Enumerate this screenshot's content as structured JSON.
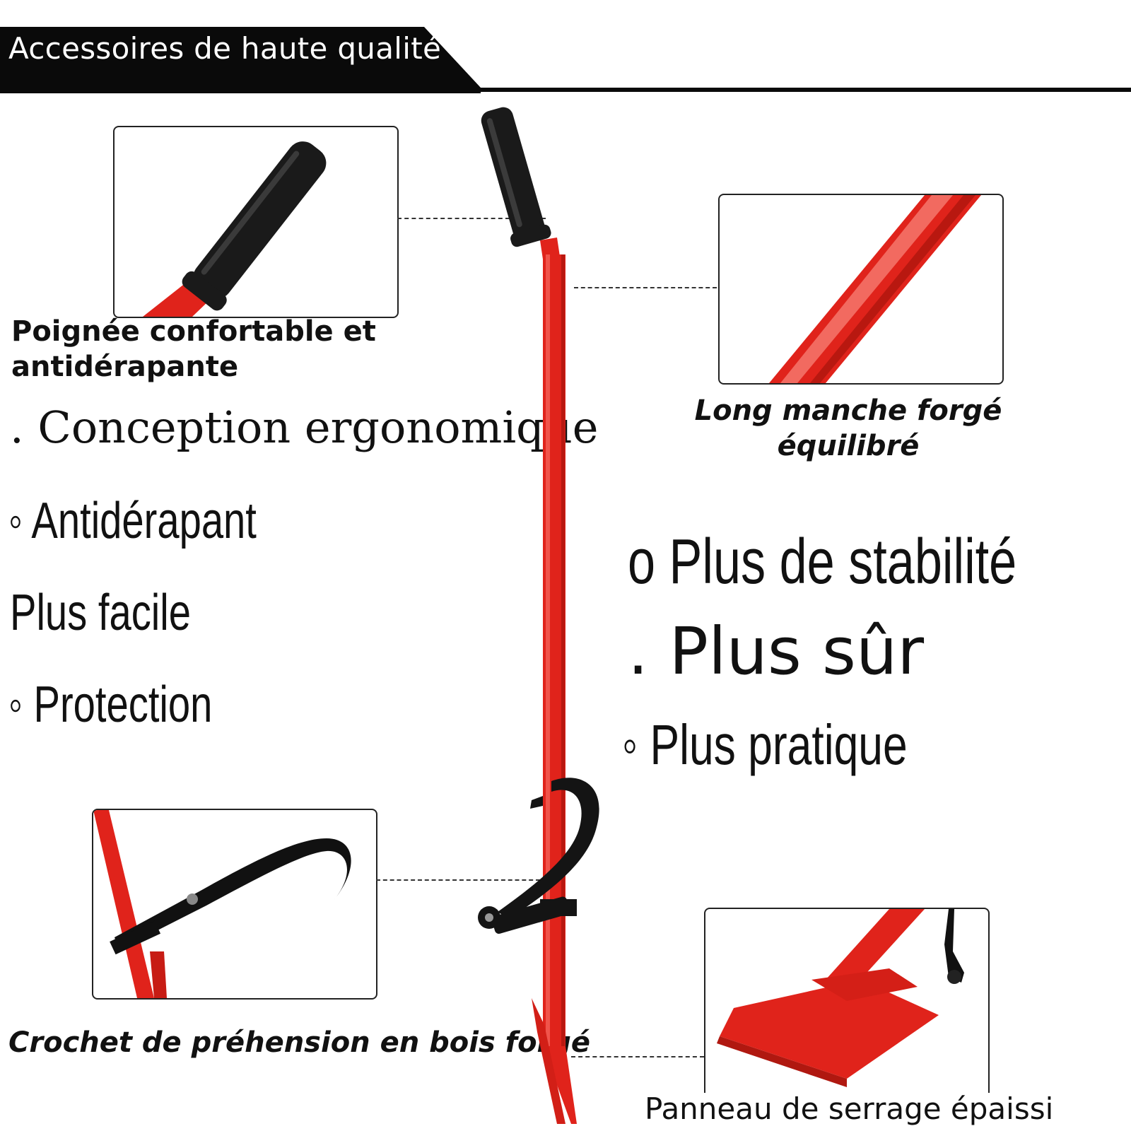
{
  "header": {
    "title": "Accessoires de haute qualité"
  },
  "details": {
    "grip": {
      "label": "Poignée confortable et antidérapante"
    },
    "handle": {
      "label": "Long manche forgé équilibré"
    },
    "hook": {
      "label": "Crochet de préhension en bois forgé"
    },
    "plate": {
      "label": "Panneau de serrage épaissi"
    }
  },
  "features": {
    "left": [
      ". Conception ergonomique",
      "◦ Antidérapant",
      "Plus facile",
      "◦ Protection"
    ],
    "right": [
      "o Plus de stabilité",
      ". Plus sûr",
      "◦  Plus pratique"
    ]
  },
  "colors": {
    "tool_red": "#e0231b",
    "grip_black": "#1a1a1a",
    "banner_black": "#0a0a0a"
  }
}
